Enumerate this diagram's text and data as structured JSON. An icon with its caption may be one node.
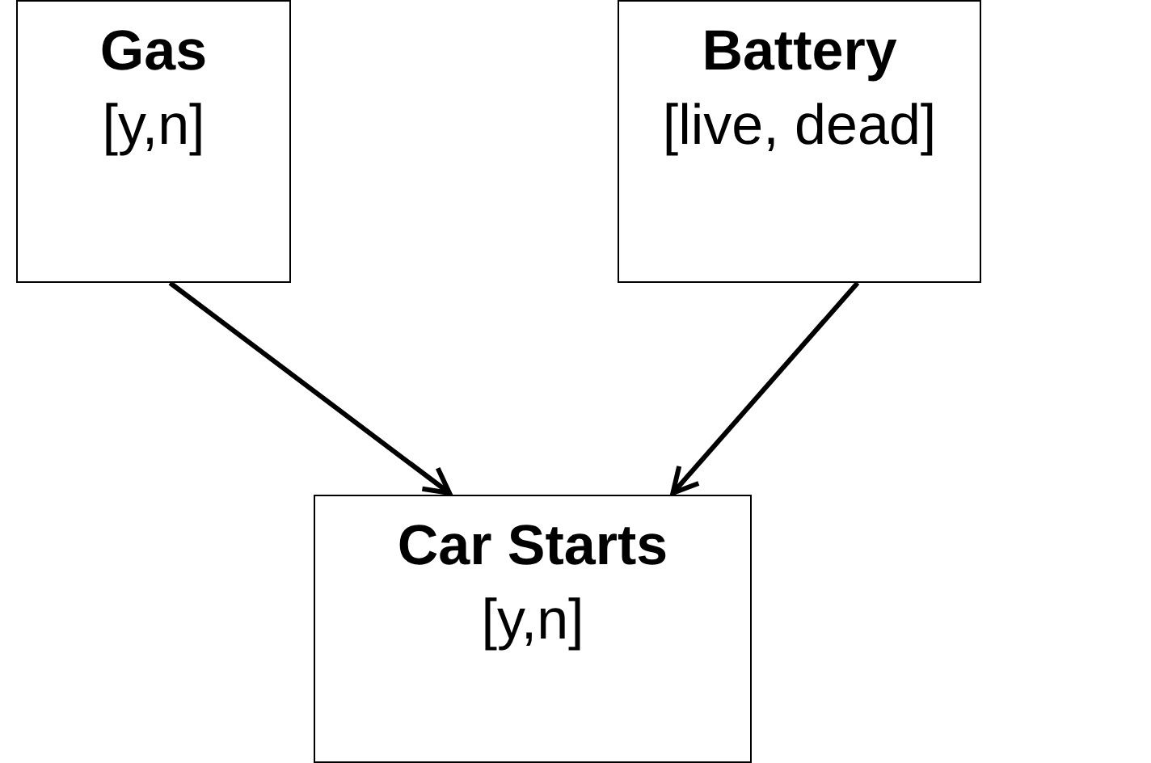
{
  "diagram": {
    "nodes": [
      {
        "text": [
          "Gas",
          "[y,n]"
        ]
      },
      {
        "text": [
          "Battery",
          "[live, dead]"
        ]
      },
      {
        "text": [
          "Car Starts",
          "[y,n]"
        ]
      }
    ],
    "edges": [
      {
        "from": 0,
        "to": 2,
        "arrow": "to"
      },
      {
        "from": 1,
        "to": 2,
        "arrow": "to"
      }
    ]
  }
}
